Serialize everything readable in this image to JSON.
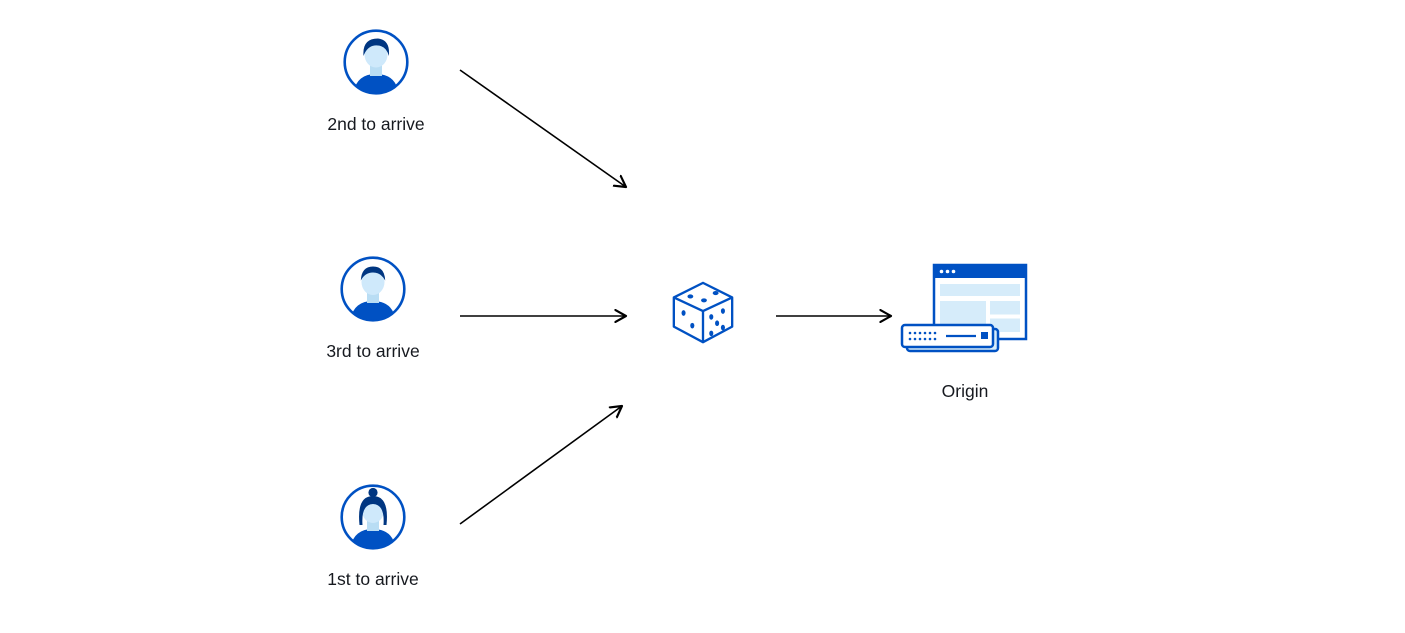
{
  "diagram": {
    "title": "request-flow-random-steering",
    "users": [
      {
        "label": "2nd to arrive",
        "icon": "user-avatar-icon"
      },
      {
        "label": "3rd to arrive",
        "icon": "user-avatar-icon"
      },
      {
        "label": "1st to arrive",
        "icon": "user-avatar-icon"
      }
    ],
    "dice": {
      "icon": "dice-icon"
    },
    "origin": {
      "label": "Origin",
      "icon": "browser-server-icon"
    },
    "connections": [
      {
        "from": "user-2nd-to-arrive",
        "to": "dice"
      },
      {
        "from": "user-3rd-to-arrive",
        "to": "dice"
      },
      {
        "from": "user-1st-to-arrive",
        "to": "dice"
      },
      {
        "from": "dice",
        "to": "origin"
      }
    ],
    "colors": {
      "accent": "#0051c3",
      "accent_dark": "#003681",
      "light_fill": "#d6ecfa",
      "face_fill": "#cfe9fb",
      "arrow": "#000000",
      "text": "#16191f"
    }
  }
}
